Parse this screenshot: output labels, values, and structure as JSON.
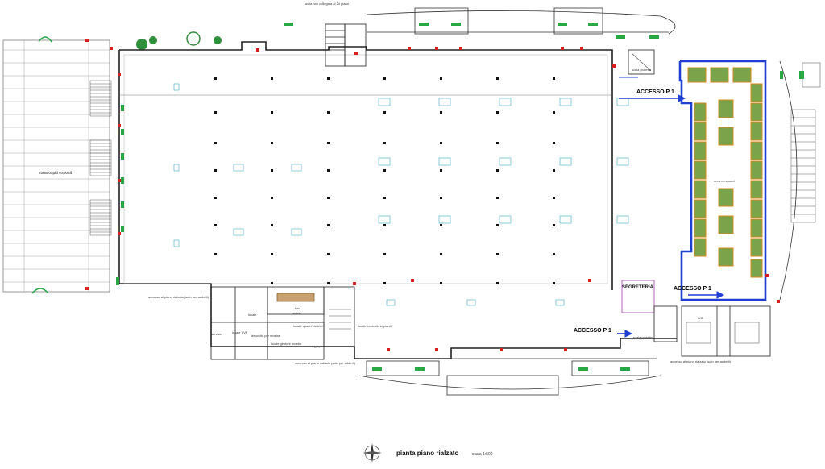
{
  "title": "pianta piano rialzato",
  "scale": "scala 1:500",
  "labels": {
    "parking": "zona ospiti esposit",
    "area_no_sound": "area no sound",
    "segreteria": "SEGRETERIA",
    "access_top": "ACCESSO P 1",
    "access_right": "ACCESSO P 1",
    "access_bottom": "ACCESSO P 1",
    "stairs_top": "scala non collegata al 2o piano",
    "scala_protetta_top": "scala protetta",
    "scala_protetta_bottom": "scala protetta",
    "access_note_left": "accesso al piano rialzato (solo per addetti)",
    "access_note_mid": "accesso al piano rialzato (solo per addetti)",
    "access_note_right": "accesso al piano rialzato (solo per addetti)",
    "locale_quadri": "locale quadri elettrici",
    "locale_controllo": "locale controllo impianti",
    "deposito": "deposito per mostra",
    "wc": "WC",
    "bar": "bar",
    "bar_red": "cucina",
    "room_left": "servizio",
    "room_mid": "locale VVF",
    "room_right": "locale",
    "locale_gestore": "locale gestore mostra",
    "cpi": "CPI"
  },
  "colors": {
    "wall": "#222222",
    "stand": "#7aa34a",
    "stand_border": "#d48a1c",
    "route": "#1f3fd1",
    "exit": "#27a844",
    "hydrant": "#d62020",
    "cyan": "#3aa8c9",
    "tree": "#2f8f3a"
  }
}
